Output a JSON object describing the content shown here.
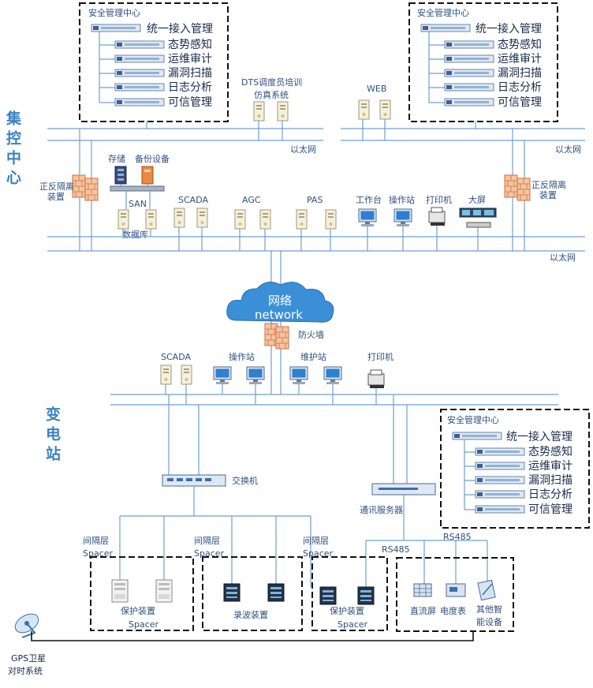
{
  "regions": {
    "control_center": "集控中心",
    "substation": "变电站"
  },
  "security_center": {
    "title": "安全管理中心",
    "items": [
      "统一接入管理",
      "态势感知",
      "运维审计",
      "漏洞扫描",
      "日志分析",
      "可信管理"
    ]
  },
  "control_center": {
    "dts_line1": "DTS调度员培训",
    "dts_line2": "仿真系统",
    "web": "WEB",
    "ethernet": "以太网",
    "isolation_line1": "正反隔离",
    "isolation_line2": "装置",
    "storage": "存储",
    "backup": "备份设备",
    "san": "SAN",
    "database": "数据库",
    "scada": "SCADA",
    "agc": "AGC",
    "pas": "PAS",
    "workstation": "工作台",
    "operator_station": "操作站",
    "printer": "打印机",
    "big_screen": "大屏"
  },
  "network": {
    "cloud_line1": "网络",
    "cloud_line2": "network",
    "firewall": "防火墙"
  },
  "substation": {
    "scada": "SCADA",
    "operator_station": "操作站",
    "maintenance_station": "维护站",
    "printer": "打印机",
    "switch": "交换机",
    "comm_server": "通讯服务器",
    "bay_layer": "间隔层",
    "spacer": "Spacer",
    "rs485": "RS485",
    "protection_device": "保护装置",
    "recorder": "录波装置",
    "dc_screen": "直流屏",
    "meter": "电度表",
    "other_line1": "其他智",
    "other_line2": "能设备",
    "gps_line1": "GPS卫星",
    "gps_line2": "对时系统"
  }
}
